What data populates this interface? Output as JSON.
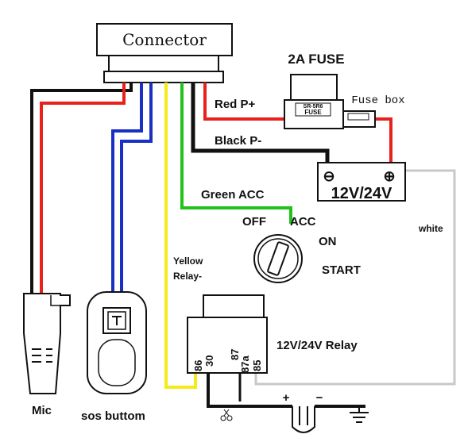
{
  "connector": {
    "label": "Connector"
  },
  "fuse": {
    "title": "2A FUSE",
    "body_line1": "SR-5R6",
    "body_line2": "FUSE",
    "box_label": "Fuse box"
  },
  "power": {
    "minus_symbol": "⊖",
    "plus_symbol": "⊕",
    "voltage": "12V/24V"
  },
  "wires": {
    "red": "Red P+",
    "black": "Black P-",
    "green": "Green ACC",
    "white": "white",
    "yellow_line1": "Yellow",
    "yellow_line2": "Relay-"
  },
  "ignition": {
    "off": "OFF",
    "acc": "ACC",
    "on": "ON",
    "start": "START"
  },
  "relay": {
    "label": "12V/24V Relay",
    "pin86": "86",
    "pin30": "30",
    "pin87a": "87a",
    "pin87": "87",
    "pin85": "85"
  },
  "devices": {
    "mic": "Mic",
    "sos": "sos buttom"
  },
  "ground": {
    "plus": "+",
    "minus": "−"
  },
  "colors": {
    "red": "#e8211c",
    "black": "#111111",
    "blue": "#1a2fc4",
    "yellow": "#f5ea1a",
    "green": "#22c21a",
    "white_wire": "#c8c8c8"
  }
}
